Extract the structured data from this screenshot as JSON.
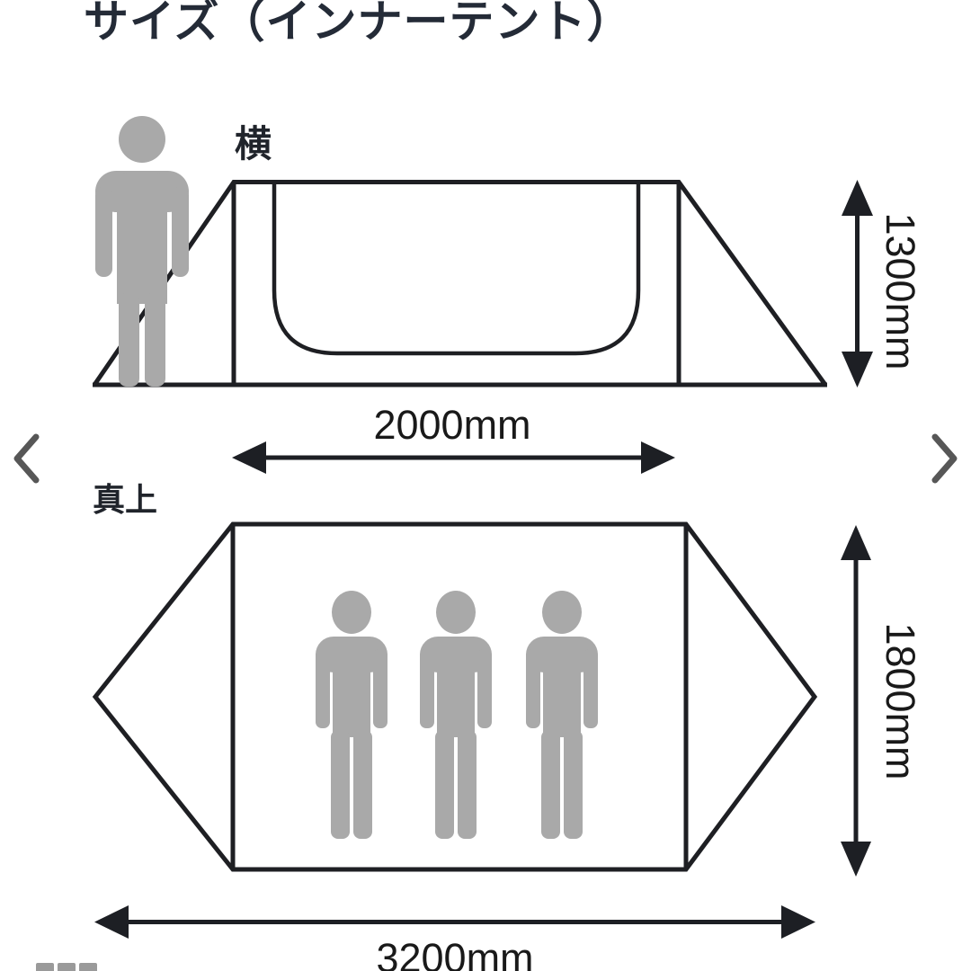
{
  "page": {
    "title": "サイズ（インナーテント）"
  },
  "side_view": {
    "label": "横",
    "width": "2000mm",
    "height": "1300mm",
    "person_count": 1
  },
  "top_view": {
    "label": "真上",
    "length": "3200mm",
    "depth": "1800mm",
    "person_count": 3
  },
  "carousel": {
    "prev_icon": "chevron-left",
    "next_icon": "chevron-right",
    "thumbnail_count": 3
  },
  "colors": {
    "line": "#1e1f23",
    "silhouette": "#a9a9a9",
    "chevron": "#575757",
    "title_text": "#242b37",
    "background": "#ffffff"
  },
  "diagram": {
    "type": "tent-dimension-diagram",
    "inner_tent": {
      "width_mm": 2000,
      "height_mm": 1300,
      "depth_mm": 1800,
      "total_length_mm": 3200,
      "capacity_persons": 3
    }
  }
}
